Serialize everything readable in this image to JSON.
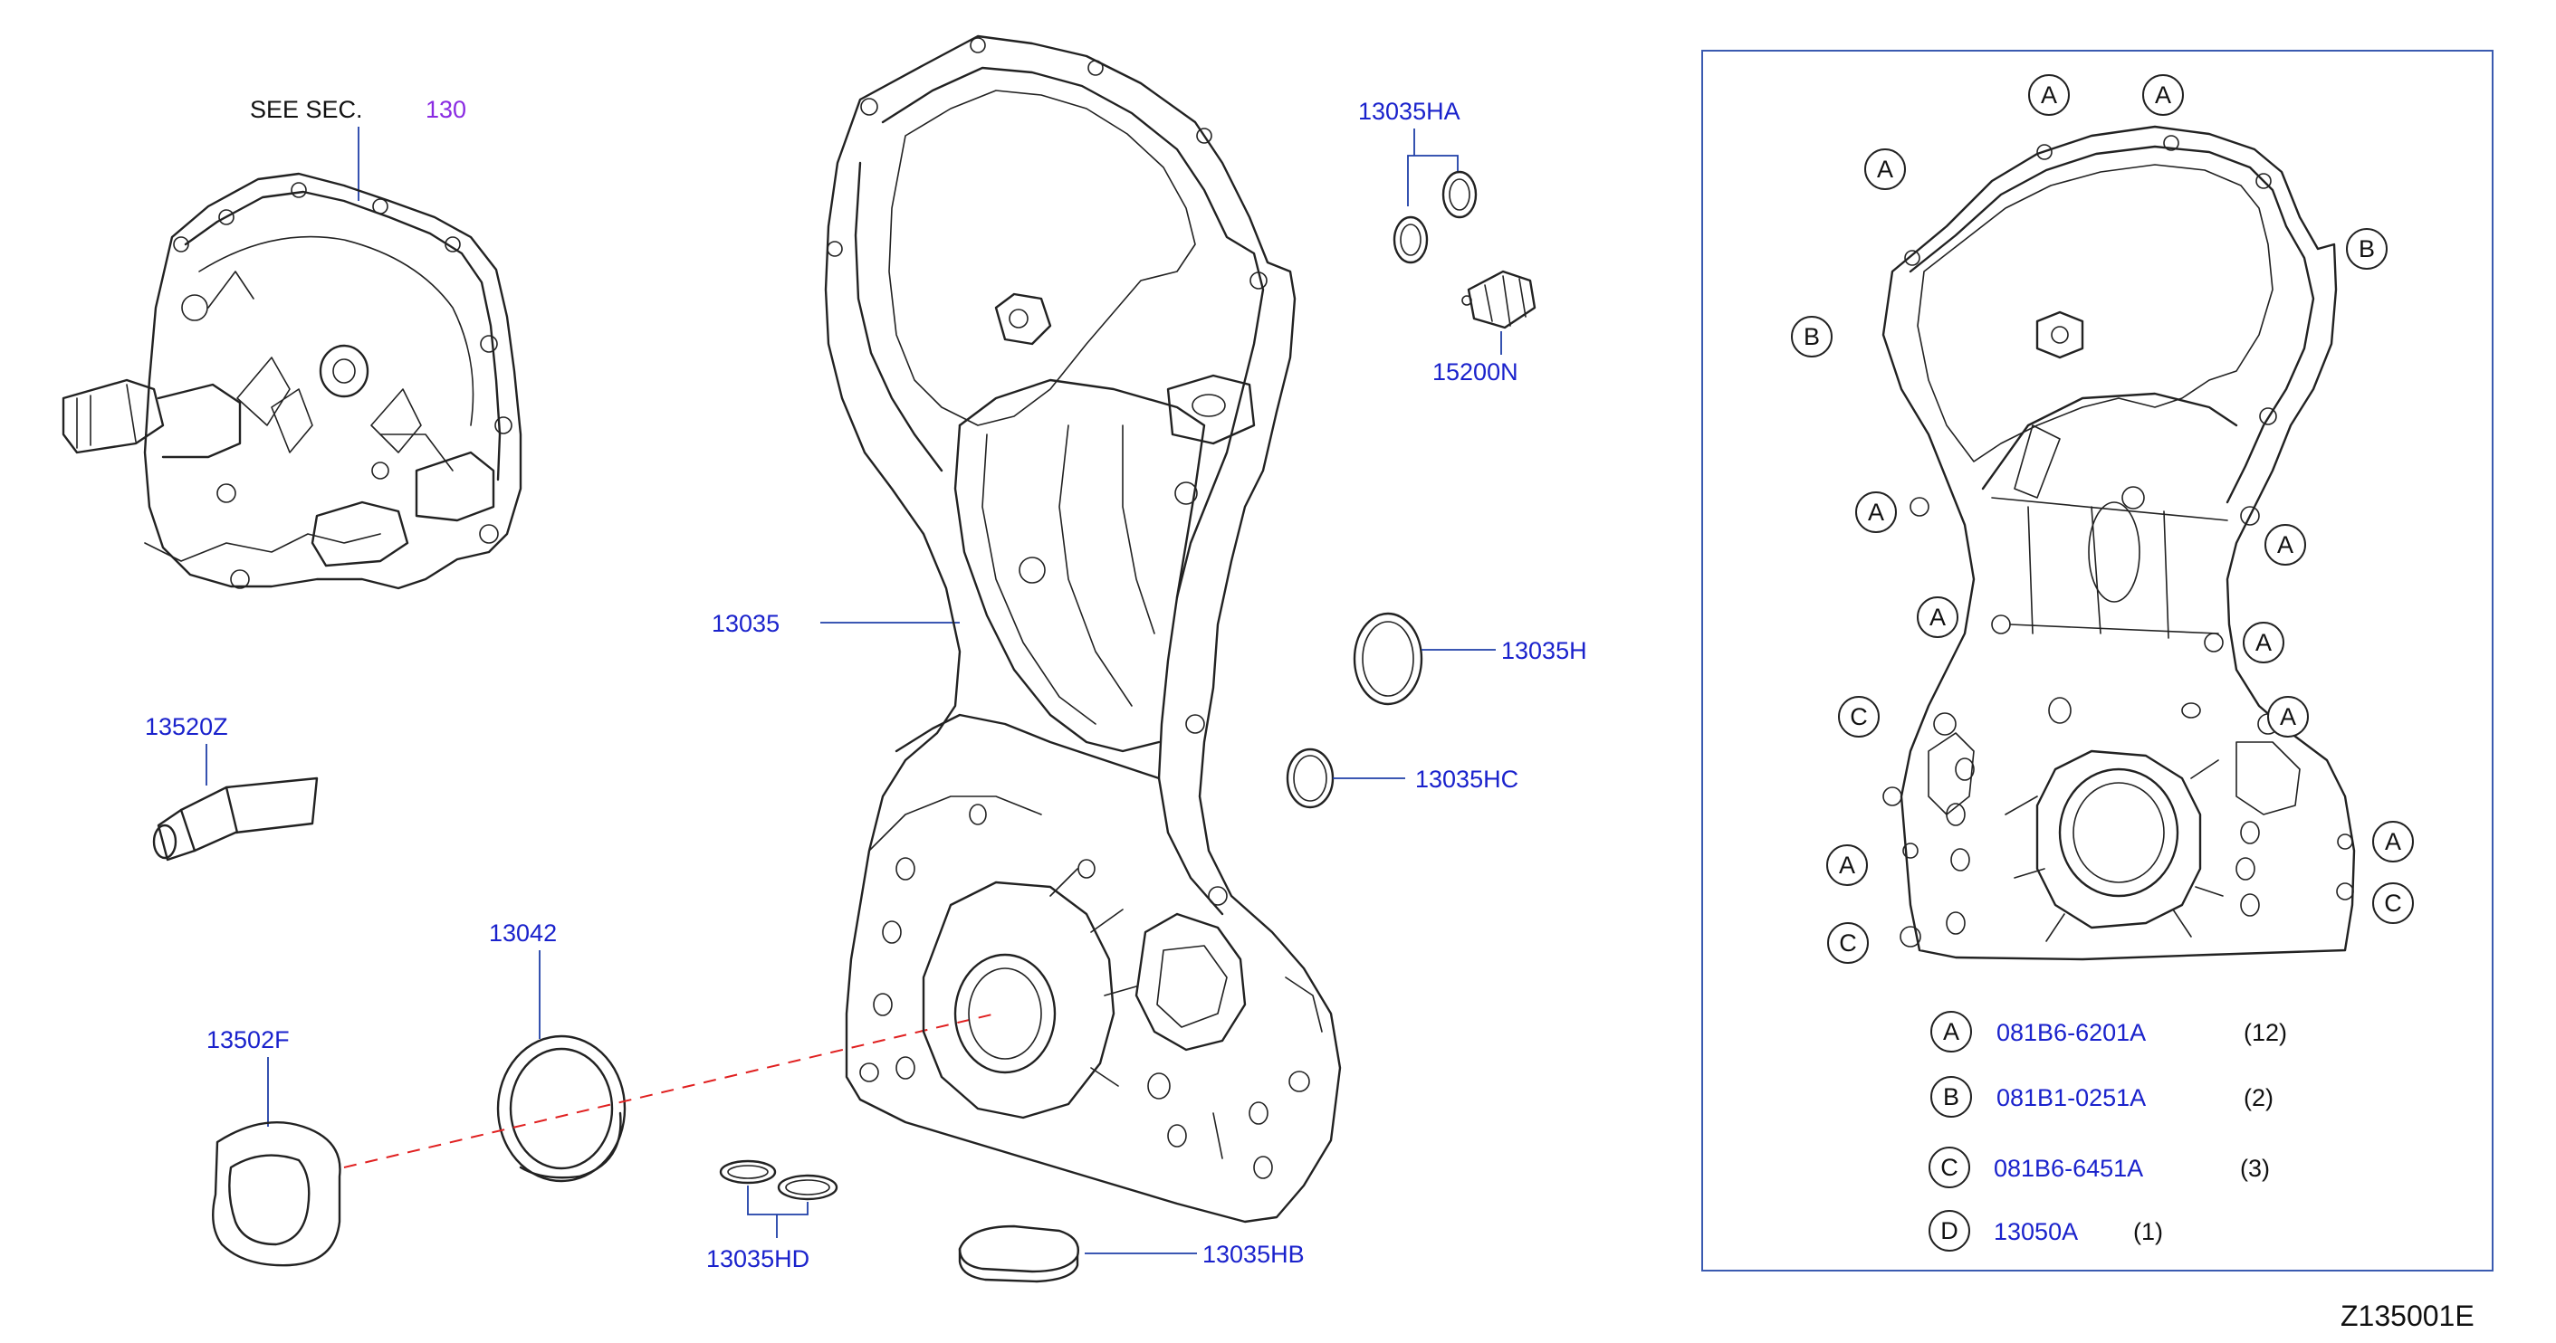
{
  "diagram_id": "Z135001E",
  "see_sec": {
    "prefix": "SEE   SEC.",
    "number": "130"
  },
  "labels": {
    "p13035HA": "13035HA",
    "p15200N": "15200N",
    "p13035": "13035",
    "p13035H": "13035H",
    "p13035HC": "13035HC",
    "p13520Z": "13520Z",
    "p13042": "13042",
    "p13502F": "13502F",
    "p13035HD": "13035HD",
    "p13035HB": "13035HB"
  },
  "callout_letters": {
    "a": "A",
    "b": "B",
    "c": "C",
    "d": "D"
  },
  "legend": [
    {
      "letter": "A",
      "part": "081B6-6201A",
      "qty": "(12)"
    },
    {
      "letter": "B",
      "part": "081B1-0251A",
      "qty": "(2)"
    },
    {
      "letter": "C",
      "part": "081B6-6451A",
      "qty": "(3)"
    },
    {
      "letter": "D",
      "part": "13050A",
      "qty": "(1)"
    }
  ],
  "colors": {
    "label_blue": "#1a22cc",
    "section_purple": "#8a2be2",
    "dash_red": "#e02020",
    "frame_blue": "#3a5ab0"
  }
}
